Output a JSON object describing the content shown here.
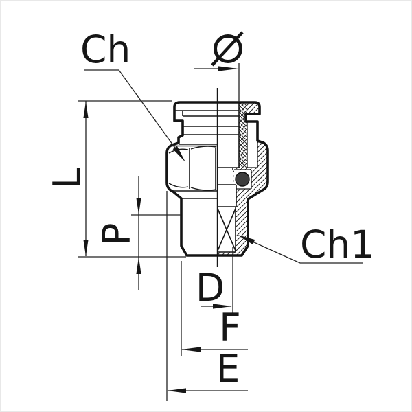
{
  "meta": {
    "type": "technical-drawing",
    "subject": "push-in pneumatic fitting, male connector, half cross-section"
  },
  "labels": {
    "ch": "Ch",
    "diameter_symbol": "Ø",
    "length": "L",
    "thread_length": "P",
    "ch1": "Ch1",
    "d": "D",
    "f": "F",
    "e": "E"
  },
  "colors": {
    "ink": "#161616",
    "hatch": "#2b2b2b",
    "o_ring": "#3d3d3d",
    "background": "#ffffff"
  }
}
